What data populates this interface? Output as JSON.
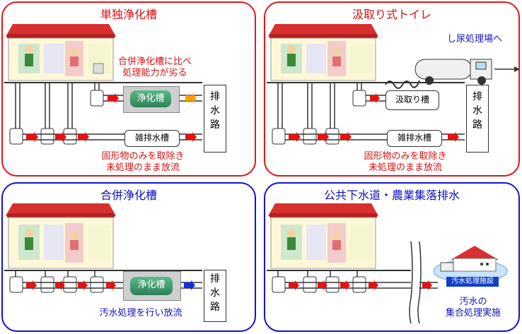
{
  "panels": {
    "tandoku": {
      "title": "単独浄化槽",
      "callout": "合併浄化槽に比べ\n処理能力が劣る",
      "tank_label": "浄化槽",
      "misc_tank_label": "雑排水槽",
      "drain_label": "排\n水\n路",
      "note": "固形物のみを取除き\n未処理のまま放流"
    },
    "kumitori": {
      "title": "汲取り式トイレ",
      "destination": "し尿処理場へ",
      "tank_label": "汲取り槽",
      "misc_tank_label": "雑排水槽",
      "drain_label": "排\n水\n路",
      "note": "固形物のみを取除き\n未処理のまま放流"
    },
    "gappei": {
      "title": "合併浄化槽",
      "tank_label": "浄化槽",
      "drain_label": "排\n水\n路",
      "note": "汚水処理を行い放流"
    },
    "gesuido": {
      "title": "公共下水道・農業集落排水",
      "facility_label": "汚水処理施設",
      "note": "汚水の\n集合処理実施"
    }
  },
  "colors": {
    "red_frame": "#e01818",
    "blue_frame": "#1414c8",
    "arrow_red": "#e81010",
    "arrow_orange": "#f5a000",
    "arrow_blue": "#1030e0",
    "roof": "#d83030"
  }
}
